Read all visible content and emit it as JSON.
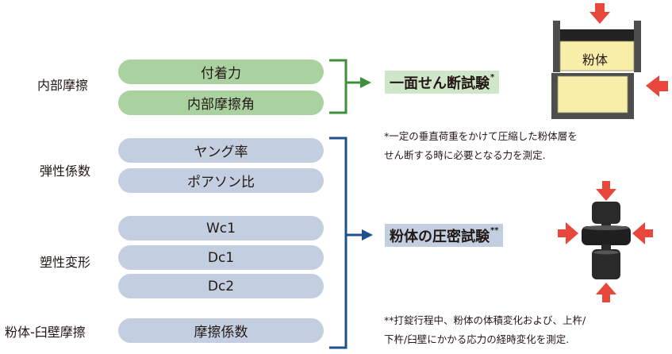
{
  "groups": [
    {
      "label": "内部摩擦",
      "items": [
        "付着力",
        "内部摩擦角"
      ]
    },
    {
      "label": "弾性係数",
      "items": [
        "ヤング率",
        "ポアソン比"
      ]
    },
    {
      "label": "塑性変形",
      "items": [
        "Wc1",
        "Dc1",
        "Dc2"
      ]
    },
    {
      "label": "粉体-臼壁摩擦",
      "items": [
        "摩擦係数"
      ]
    }
  ],
  "tests": {
    "shear": {
      "label": "一面せん断試験",
      "mark": "*",
      "note_line1": "*一定の垂直荷重をかけて圧縮した粉体層を",
      "note_line2": "せん断する時に必要となる力を測定.",
      "illustration_text": "粉体"
    },
    "compression": {
      "label": "粉体の圧密試験",
      "mark": "**",
      "note_line1": "**打錠行程中、粉体の体積変化および、上杵/",
      "note_line2": "下杵/臼壁にかかる応力の経時変化を測定."
    }
  },
  "colors": {
    "green_bracket": "#3f8f3c",
    "blue_bracket": "#1f4f8c",
    "green_pill": "#a9d2a0",
    "blue_pill": "#c3cfe0",
    "arrow_red": "#e8473b",
    "powder_yellow": "#f8eeaa",
    "dark_gray": "#4d4d4d"
  }
}
